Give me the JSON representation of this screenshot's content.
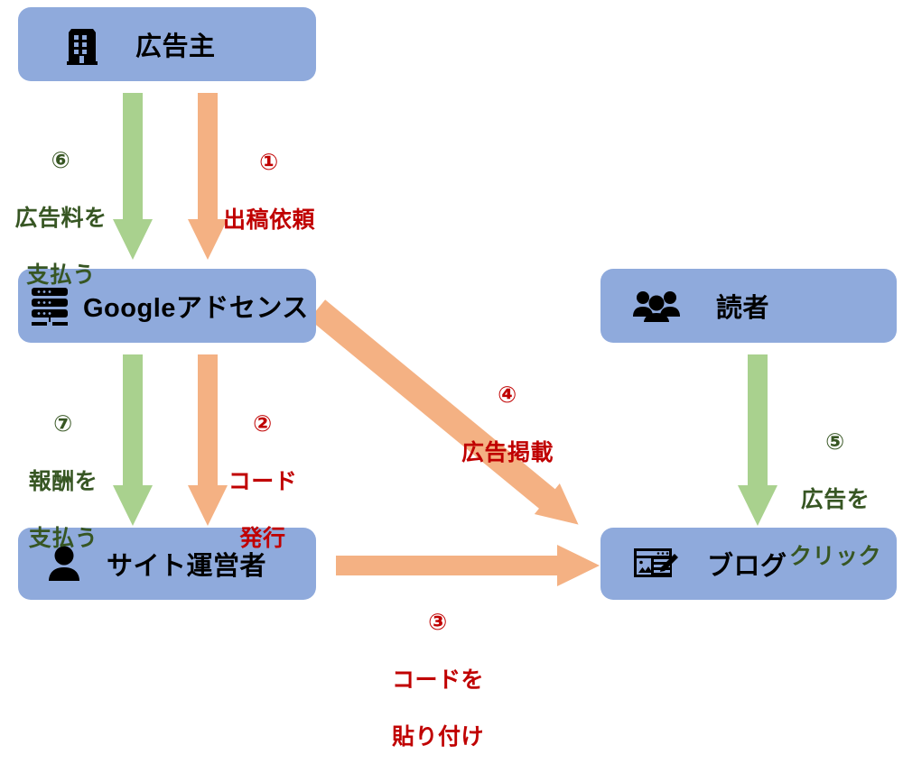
{
  "diagram": {
    "title": "Google AdSense flow diagram",
    "colors": {
      "node_fill": "#8FAADC",
      "arrow_green": "#A9D18E",
      "arrow_orange": "#F4B183",
      "label_green": "#375623",
      "label_red": "#C00000",
      "background": "#FFFFFF",
      "icon": "#000000"
    },
    "nodes": [
      {
        "id": "advertiser",
        "label": "広告主",
        "icon": "building-icon"
      },
      {
        "id": "adsense",
        "label": "Googleアドセンス",
        "icon": "server-icon"
      },
      {
        "id": "owner",
        "label": "サイト運営者",
        "icon": "person-icon"
      },
      {
        "id": "reader",
        "label": "読者",
        "icon": "people-group-icon"
      },
      {
        "id": "blog",
        "label": "ブログ",
        "icon": "blog-post-icon"
      }
    ],
    "edges": [
      {
        "id": "e1",
        "number": "①",
        "line1": "出稿依頼",
        "line2": "",
        "color": "orange",
        "from": "advertiser",
        "to": "adsense"
      },
      {
        "id": "e2",
        "number": "②",
        "line1": "コード",
        "line2": "発行",
        "color": "orange",
        "from": "adsense",
        "to": "owner"
      },
      {
        "id": "e3",
        "number": "③",
        "line1": "コードを",
        "line2": "貼り付け",
        "color": "orange",
        "from": "owner",
        "to": "blog"
      },
      {
        "id": "e4",
        "number": "④",
        "line1": "広告掲載",
        "line2": "",
        "color": "orange",
        "from": "adsense",
        "to": "blog"
      },
      {
        "id": "e5",
        "number": "⑤",
        "line1": "広告を",
        "line2": "クリック",
        "color": "green",
        "from": "reader",
        "to": "blog"
      },
      {
        "id": "e6",
        "number": "⑥",
        "line1": "広告料を",
        "line2": "支払う",
        "color": "green",
        "from": "advertiser",
        "to": "adsense"
      },
      {
        "id": "e7",
        "number": "⑦",
        "line1": "報酬を",
        "line2": "支払う",
        "color": "green",
        "from": "adsense",
        "to": "owner"
      }
    ]
  }
}
